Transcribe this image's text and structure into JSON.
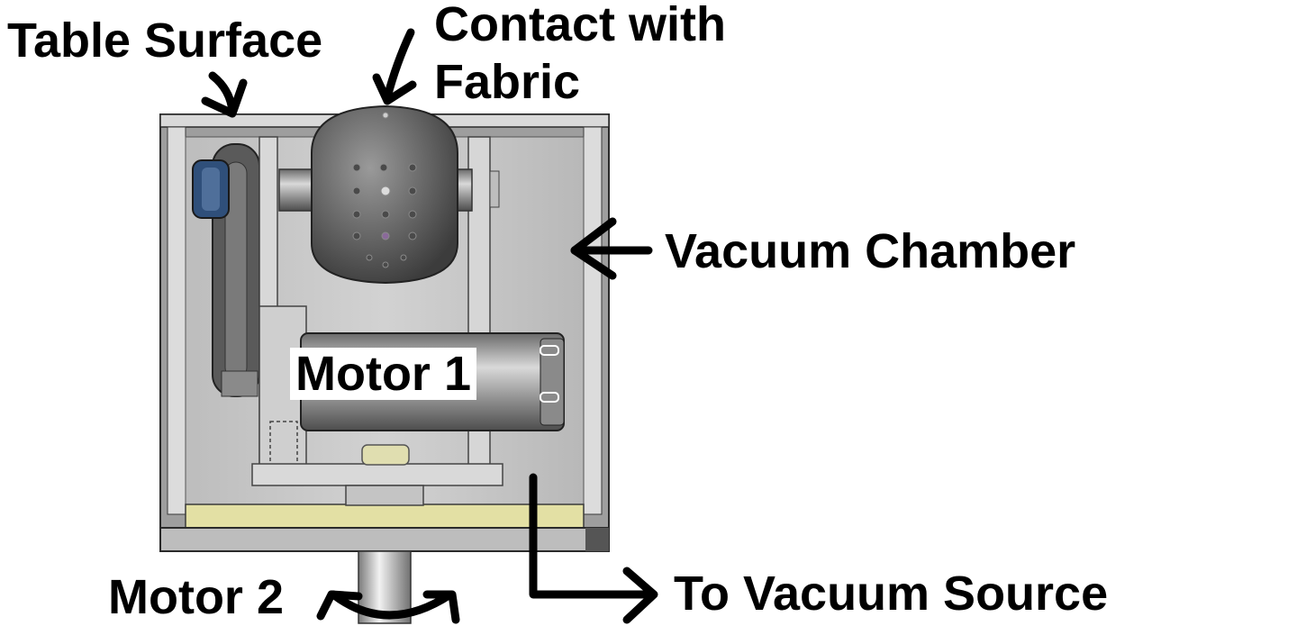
{
  "labels": {
    "table_surface": "Table Surface",
    "contact_line1": "Contact with",
    "contact_line2": "Fabric",
    "vacuum_chamber": "Vacuum Chamber",
    "motor1": "Motor 1",
    "motor2": "Motor 2",
    "to_vacuum_source": "To Vacuum Source"
  },
  "colors": {
    "chamber_gray": "#c9c9c9",
    "base_plate_yellow": "#e3e0a4",
    "drum_dark": "#5e5e5e",
    "wheel_blue": "#2f4f7a",
    "arrow": "#000000"
  },
  "icons": {
    "motor2_rotation": "curved-double-arrow-icon"
  }
}
